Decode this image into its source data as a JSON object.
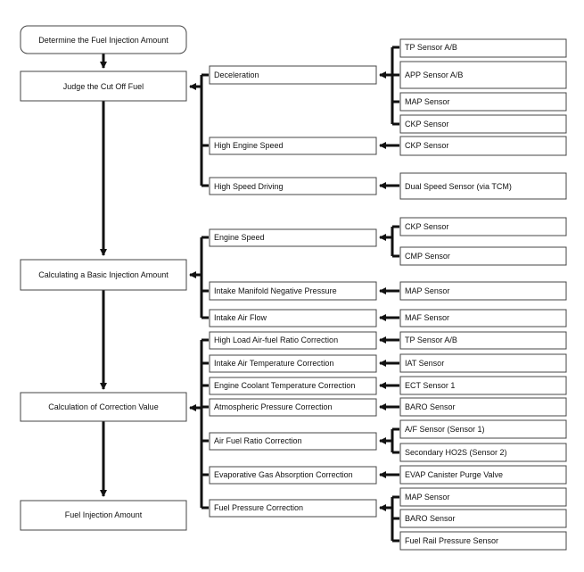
{
  "main": {
    "determine": "Determine the Fuel Injection Amount",
    "judge_cut_off": "Judge the Cut Off Fuel",
    "basic_amount": "Calculating a Basic Injection Amount",
    "correction_value": "Calculation of Correction Value",
    "injection_amount": "Fuel Injection Amount"
  },
  "conditions": {
    "deceleration": "Deceleration",
    "high_engine_speed": "High Engine Speed",
    "high_speed_driving": "High Speed Driving",
    "engine_speed": "Engine Speed",
    "intake_manifold": "Intake Manifold Negative Pressure",
    "intake_air_flow": "Intake Air Flow",
    "high_load_afr": "High Load Air-fuel Ratio Correction",
    "intake_air_temp": "Intake Air Temperature Correction",
    "coolant_temp": "Engine Coolant Temperature Correction",
    "atmospheric": "Atmospheric Pressure Correction",
    "air_fuel_ratio": "Air Fuel Ratio Correction",
    "evaporative": "Evaporative Gas Absorption Correction",
    "fuel_pressure": "Fuel Pressure Correction"
  },
  "sensors": {
    "tp_1": "TP Sensor A/B",
    "app": "APP Sensor A/B",
    "map_1": "MAP Sensor",
    "ckp_1": "CKP Sensor",
    "ckp_2": "CKP Sensor",
    "dual_speed": "Dual Speed Sensor (via TCM)",
    "ckp_3": "CKP Sensor",
    "cmp": "CMP Sensor",
    "map_2": "MAP Sensor",
    "maf": "MAF Sensor",
    "tp_2": "TP Sensor A/B",
    "iat": "IAT Sensor",
    "ect": "ECT Sensor 1",
    "baro_1": "BARO Sensor",
    "af_sensor": "A/F Sensor (Sensor 1)",
    "ho2s": "Secondary HO2S (Sensor 2)",
    "evap": "EVAP Canister Purge Valve",
    "map_3": "MAP Sensor",
    "baro_2": "BARO Sensor",
    "fuel_rail": "Fuel Rail Pressure Sensor"
  },
  "colors": {
    "line": "#111111",
    "box": "#ffffff",
    "border": "#444444"
  }
}
